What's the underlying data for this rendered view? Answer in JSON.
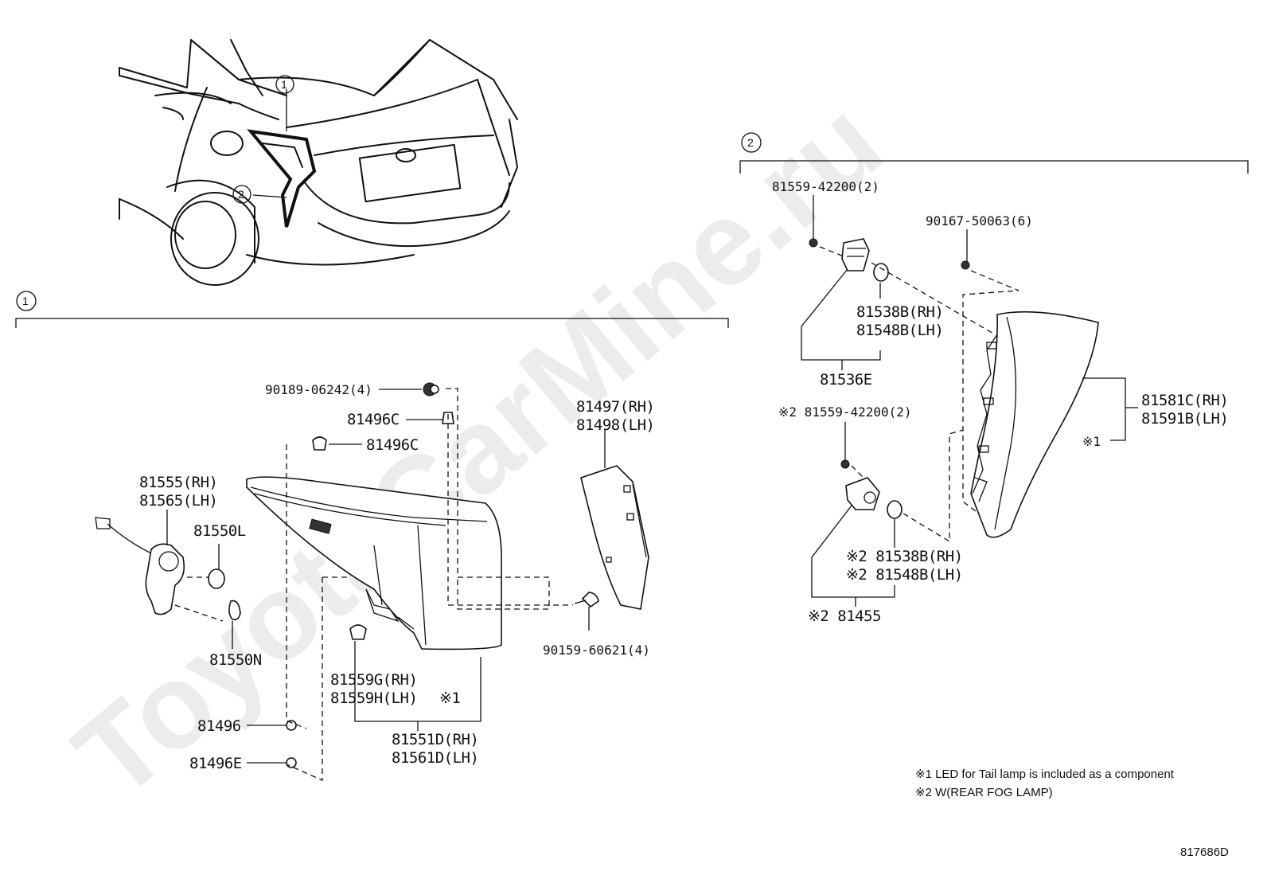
{
  "watermark": "ToyotaCarMine.ru",
  "diagram_id": "817686D",
  "sections": [
    {
      "marker": "1"
    },
    {
      "marker": "2"
    }
  ],
  "overview_markers": [
    "1",
    "2"
  ],
  "labels": {
    "p90189": "90189-06242(4)",
    "p81496C_a": "81496C",
    "p81496C_b": "81496C",
    "p81555": "81555(RH)",
    "p81565": "81565(LH)",
    "p81550L": "81550L",
    "p81550N": "81550N",
    "p81497": "81497(RH)",
    "p81498": "81498(LH)",
    "p90159": "90159-60621(4)",
    "p81559G": "81559G(RH)",
    "p81559H": "81559H(LH)",
    "p81496": "81496",
    "p81496E": "81496E",
    "p81551D": "81551D(RH)",
    "p81561D": "81561D(LH)",
    "note_ref_1": "※1",
    "p81559_top": "81559-42200(2)",
    "p90167": "90167-50063(6)",
    "p81538B_top": "81538B(RH)",
    "p81548B_top": "81548B(LH)",
    "p81536E": "81536E",
    "p81559_fog": "※2 81559-42200(2)",
    "p81581C": "81581C(RH)",
    "p81591B": "81591B(LH)",
    "note_ref_1_right": "※1",
    "p81538B_fog": "※2 81538B(RH)",
    "p81548B_fog": "※2 81548B(LH)",
    "p81455": "※2 81455"
  },
  "notes": [
    "※1 LED for Tail lamp is included as a component",
    "※2 W(REAR FOG LAMP)"
  ]
}
